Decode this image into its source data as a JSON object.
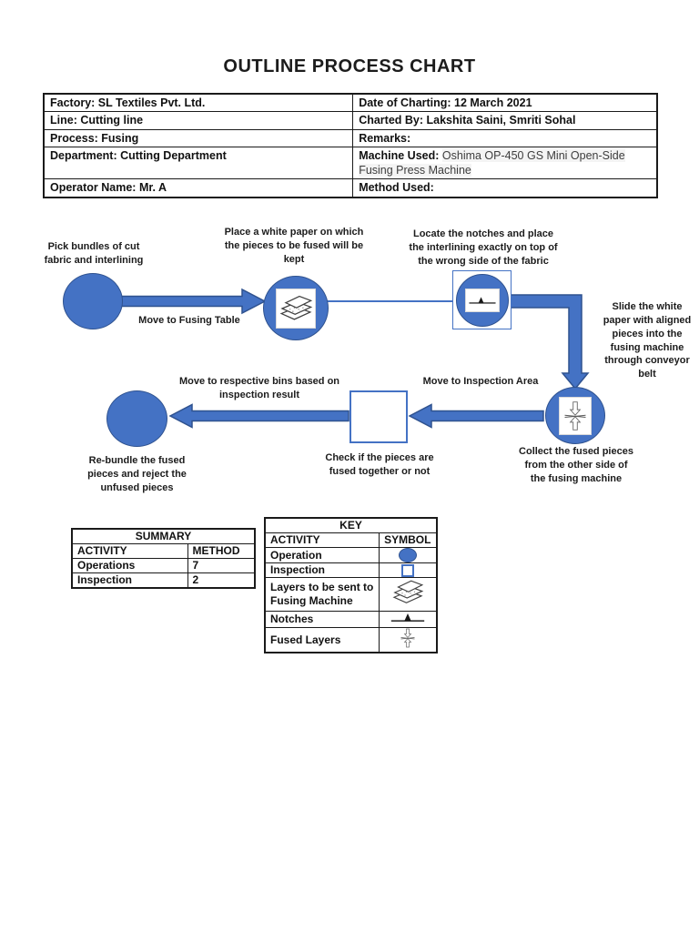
{
  "title": "OUTLINE PROCESS CHART",
  "info_table": {
    "rows": [
      {
        "left": "Factory: SL Textiles Pvt. Ltd.",
        "right": "Date of Charting: 12 March 2021"
      },
      {
        "left": "Line: Cutting line",
        "right": "Charted By: Lakshita Saini, Smriti Sohal"
      },
      {
        "left": "Process: Fusing",
        "right": "Remarks:"
      },
      {
        "left": "Department: Cutting Department",
        "right_label": "Machine Used:",
        "right_value": "Oshima OP-450 GS Mini Open-Side Fusing Press Machine"
      },
      {
        "left": "Operator Name: Mr. A",
        "right": "Method Used:"
      }
    ]
  },
  "flow": {
    "step1_label": "Pick bundles of cut fabric and interlining",
    "step2_label": "Place a white paper on which the pieces to be fused will be kept",
    "step3_label": "Locate the notches and place the interlining exactly on top of the wrong side of the fabric",
    "step4_label": "Collect the fused pieces from the other side of the fusing machine",
    "step5_label": "Check if the pieces are fused together or not",
    "step6_label": "Re-bundle the fused pieces and reject the unfused pieces",
    "edge1_label": "Move to Fusing Table",
    "edge2_label": "Slide the white paper with aligned pieces into the fusing machine through conveyor belt",
    "edge3_label": "Move to Inspection Area",
    "edge4_label": "Move to respective bins based on inspection result"
  },
  "summary_table": {
    "title": "SUMMARY",
    "col1": "ACTIVITY",
    "col2": "METHOD",
    "rows": [
      {
        "activity": "Operations",
        "method": "7"
      },
      {
        "activity": "Inspection",
        "method": "2"
      }
    ]
  },
  "key_table": {
    "title": "KEY",
    "col1": "ACTIVITY",
    "col2": "SYMBOL",
    "rows": [
      {
        "activity": "Operation",
        "symbol": "operation-circle"
      },
      {
        "activity": "Inspection",
        "symbol": "inspection-square"
      },
      {
        "activity": "Layers to be sent to Fusing Machine",
        "symbol": "layers-stack"
      },
      {
        "activity": "Notches",
        "symbol": "notch-mark"
      },
      {
        "activity": "Fused Layers",
        "symbol": "fused-layers-press"
      }
    ]
  },
  "colors": {
    "shape_fill": "#4472C4",
    "shape_border": "#2F528F"
  }
}
